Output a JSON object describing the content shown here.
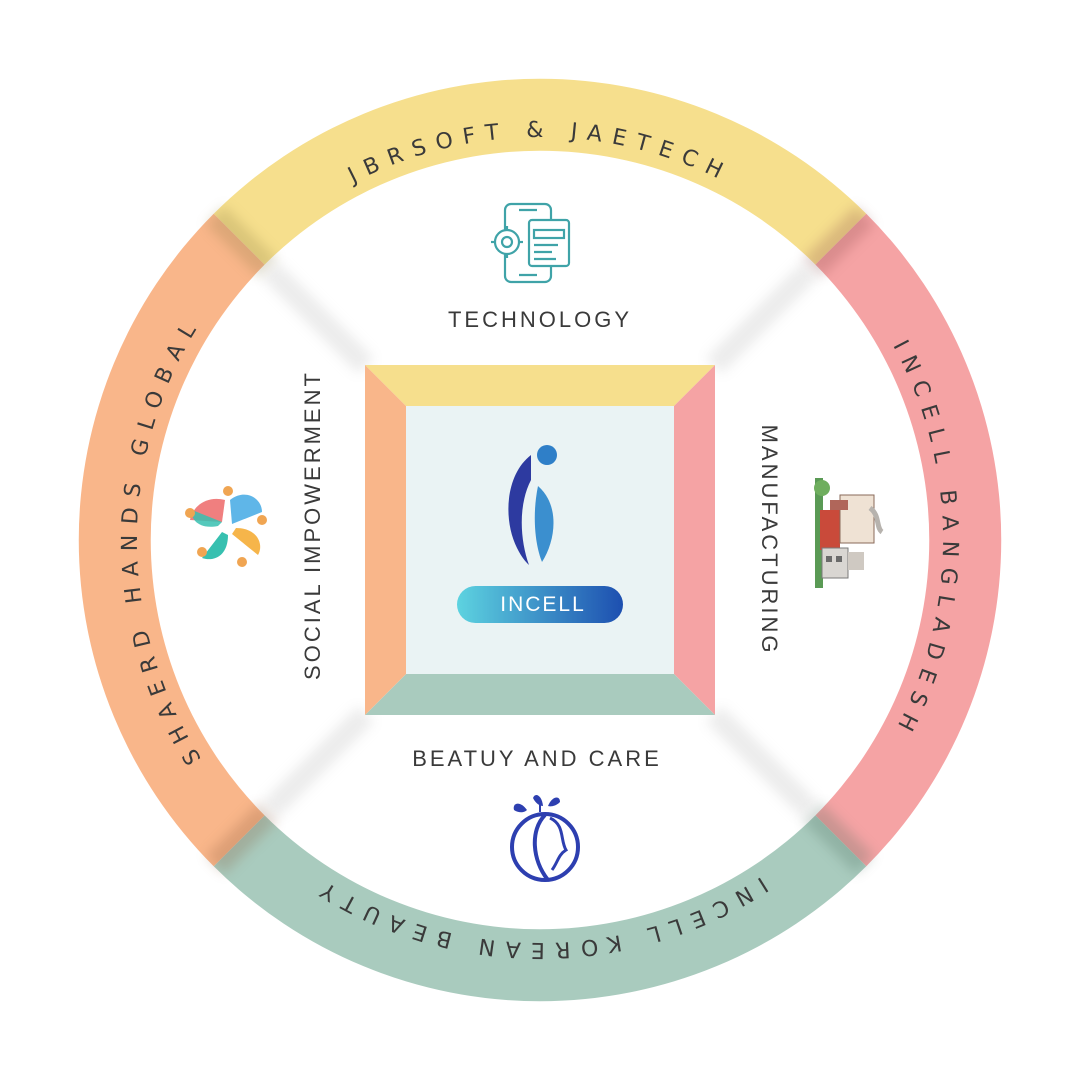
{
  "center": {
    "badge_label": "INCELL"
  },
  "sections": {
    "top_label": "TECHNOLOGY",
    "right_label": "MANUFACTURING",
    "bottom_label": "BEATUY AND CARE",
    "left_label": "SOCIAL IMPOWERMENT"
  },
  "ring": {
    "top": "JBRSOFT & JAETECH",
    "right": "INCELL BANGLADESH",
    "bottom": "INCELL KOREAN BEAUTY",
    "left": "SHAERD HANDS GLOBAL"
  },
  "colors": {
    "top": "#f6df8d",
    "right": "#f5a3a4",
    "bottom": "#a9cbbe",
    "left": "#f9b68a",
    "center_bg": "#eaf3f4",
    "badge_start": "#5dd3e0",
    "badge_end": "#1d4fb0",
    "icon_teal": "#3fa3a8",
    "icon_blue": "#2d3fb0"
  },
  "icons": {
    "top": "mobile-app-settings-icon",
    "right": "factory-buildings-icon",
    "bottom": "woman-face-leaves-icon",
    "left": "people-circle-unity-icon",
    "center": "incell-logo-icon"
  }
}
